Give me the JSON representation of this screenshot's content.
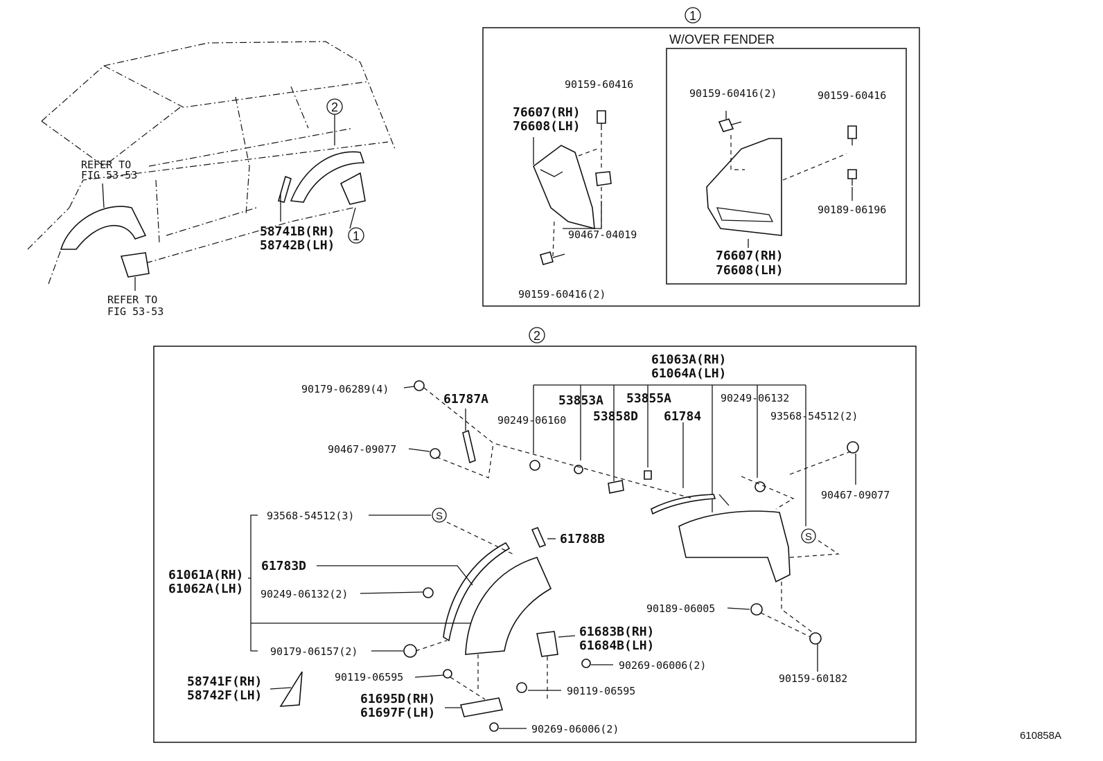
{
  "callouts": {
    "one": "1",
    "two": "2"
  },
  "overview": {
    "refer_top_1": "REFER TO",
    "refer_top_2": "FIG 53-53",
    "refer_bot_1": "REFER TO",
    "refer_bot_2": "FIG 53-53",
    "p58741B": "58741B(RH)",
    "p58742B": "58742B(LH)"
  },
  "detail1": {
    "header": "W/OVER FENDER",
    "left": {
      "p90159_60416": "90159-60416",
      "p76607": "76607(RH)",
      "p76608": "76608(LH)",
      "p90467_04019": "90467-04019",
      "p90159_60416_2": "90159-60416(2)"
    },
    "right": {
      "p90159_60416_2": "90159-60416(2)",
      "p90159_60416": "90159-60416",
      "p90189_06196": "90189-06196",
      "p76607": "76607(RH)",
      "p76608": "76608(LH)"
    }
  },
  "detail2": {
    "p61063A": "61063A(RH)",
    "p61064A": "61064A(LH)",
    "p90179_06289": "90179-06289(4)",
    "p61787A": "61787A",
    "p53853A": "53853A",
    "p53855A": "53855A",
    "p90249_06132_top": "90249-06132",
    "p90249_06160": "90249-06160",
    "p53858D": "53858D",
    "p61784": "61784",
    "p93568_54512_2": "93568-54512(2)",
    "p90467_09077_l": "90467-09077",
    "p90467_09077_r": "90467-09077",
    "p93568_54512_3": "93568-54512(3)",
    "p61788B": "61788B",
    "p61783D": "61783D",
    "p61061A": "61061A(RH)",
    "p61062A": "61062A(LH)",
    "p90249_06132_2": "90249-06132(2)",
    "p90189_06005": "90189-06005",
    "p61683B": "61683B(RH)",
    "p61684B": "61684B(LH)",
    "p90179_06157": "90179-06157(2)",
    "p90269_06006_a": "90269-06006(2)",
    "p90159_60182": "90159-60182",
    "p58741F": "58741F(RH)",
    "p58742F": "58742F(LH)",
    "p90119_06595_a": "90119-06595",
    "p90119_06595_b": "90119-06595",
    "p61695D": "61695D(RH)",
    "p61697F": "61697F(LH)",
    "p90269_06006_b": "90269-06006(2)",
    "s_symbol": "S"
  },
  "figure_code": "610858A"
}
